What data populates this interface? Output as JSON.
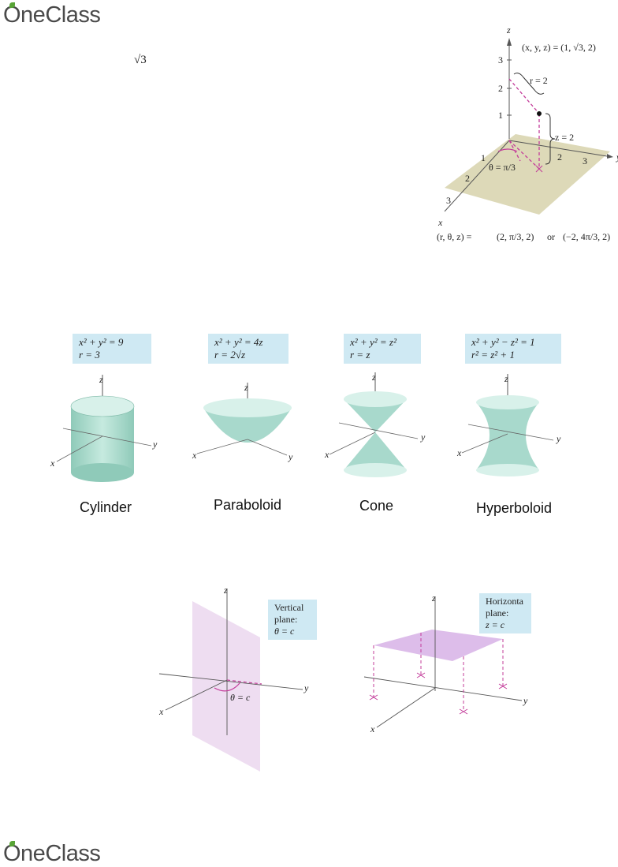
{
  "header": {
    "logo_text": "OneClass"
  },
  "footer": {
    "logo_text": "OneClass"
  },
  "stray_sqrt": "√3",
  "figure1": {
    "point_label": "(x, y, z) = (1, √3, 2)",
    "r_label": "r = 2",
    "z_label": "z = 2",
    "theta_label": "θ = π/3",
    "theta_num": "π",
    "theta_den": "3",
    "cyl_label_prefix": "(r, θ, z) = ",
    "cyl_label_a": "(2, π/3, 2)",
    "cyl_label_or": " or ",
    "cyl_label_b": "(−2, 4π/3, 2)",
    "axis_x": "x",
    "axis_y": "y",
    "axis_z": "z",
    "z_ticks": [
      "1",
      "2",
      "3"
    ],
    "x_ticks": [
      "1",
      "2",
      "3"
    ],
    "y_ticks": [
      "2",
      "3"
    ]
  },
  "surfaces": [
    {
      "eq1": "x² + y² = 9",
      "eq2": "r = 3",
      "caption": "Cylinder"
    },
    {
      "eq1": "x² + y² = 4z",
      "eq2": "r = 2√z",
      "caption": "Paraboloid"
    },
    {
      "eq1": "x² + y² = z²",
      "eq2": "r = z",
      "caption": "Cone"
    },
    {
      "eq1": "x² + y² − z² = 1",
      "eq2": "r² = z² + 1",
      "caption": "Hyperboloid"
    }
  ],
  "axis_labels": {
    "x": "x",
    "y": "y",
    "z": "z"
  },
  "planes": {
    "vertical": {
      "line1": "Vertical",
      "line2": "plane:",
      "line3": "θ = c",
      "angle_label": "θ = c"
    },
    "horizontal": {
      "line1": "Horizonta",
      "line2": "plane:",
      "line3": "z = c"
    }
  },
  "colors": {
    "surface": "#a8d9cc",
    "plane": "#e8d3ee",
    "highlight": "#c33c9a",
    "eqbox": "#cfe9f3",
    "logo_green": "#58a436"
  }
}
